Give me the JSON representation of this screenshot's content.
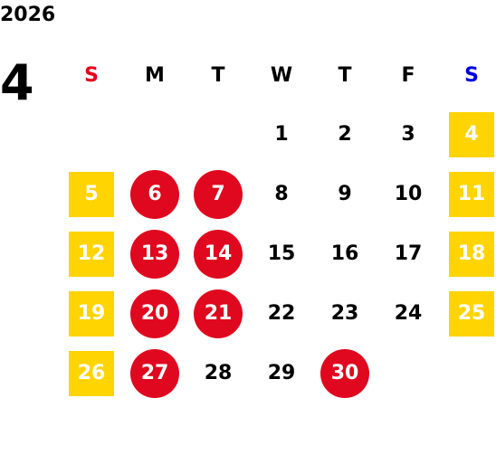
{
  "calendar": {
    "year": "2026",
    "month": "4",
    "weekdays": [
      "S",
      "M",
      "T",
      "W",
      "T",
      "F",
      "S"
    ],
    "colors": {
      "sunday_header": "#e6001a",
      "saturday_header": "#0000e0",
      "weekend_fill": "#ffd400",
      "closed_fill": "#e0081e"
    },
    "weeks": [
      [
        null,
        null,
        null,
        {
          "d": "1"
        },
        {
          "d": "2"
        },
        {
          "d": "3"
        },
        {
          "d": "4",
          "s": "weekend"
        }
      ],
      [
        {
          "d": "5",
          "s": "weekend"
        },
        {
          "d": "6",
          "s": "closed"
        },
        {
          "d": "7",
          "s": "closed"
        },
        {
          "d": "8"
        },
        {
          "d": "9"
        },
        {
          "d": "10"
        },
        {
          "d": "11",
          "s": "weekend"
        }
      ],
      [
        {
          "d": "12",
          "s": "weekend"
        },
        {
          "d": "13",
          "s": "closed"
        },
        {
          "d": "14",
          "s": "closed"
        },
        {
          "d": "15"
        },
        {
          "d": "16"
        },
        {
          "d": "17"
        },
        {
          "d": "18",
          "s": "weekend"
        }
      ],
      [
        {
          "d": "19",
          "s": "weekend"
        },
        {
          "d": "20",
          "s": "closed"
        },
        {
          "d": "21",
          "s": "closed"
        },
        {
          "d": "22"
        },
        {
          "d": "23"
        },
        {
          "d": "24"
        },
        {
          "d": "25",
          "s": "weekend"
        }
      ],
      [
        {
          "d": "26",
          "s": "weekend"
        },
        {
          "d": "27",
          "s": "closed"
        },
        {
          "d": "28"
        },
        {
          "d": "29"
        },
        {
          "d": "30",
          "s": "closed"
        },
        null,
        null
      ]
    ]
  }
}
